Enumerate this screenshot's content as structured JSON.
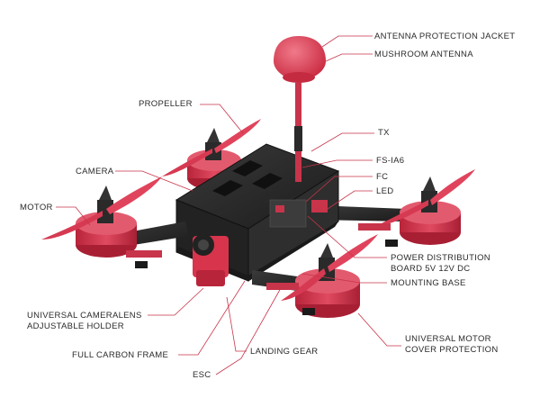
{
  "colors": {
    "frame": "#2b2b2b",
    "frame_dark": "#161616",
    "motor_red": "#d8344c",
    "propeller": "#e0445c",
    "leader_line": "#c8344a",
    "text": "#2a2a2a"
  },
  "labels": {
    "antenna_jacket": "ANTENNA PROTECTION JACKET",
    "mushroom_antenna": "MUSHROOM  ANTENNA",
    "propeller": "PROPELLER",
    "tx": "TX",
    "camera": "CAMERA",
    "fs_ia6": "FS-IA6",
    "fc": "FC",
    "led": "LED",
    "motor": "MOTOR",
    "power_line1": "POWER DISTRIBUTION",
    "power_line2": "BOARD 5V 12V DC",
    "mounting_base": "MOUNTING BASE",
    "camholder_line1": "UNIVERSAL CAMERALENS",
    "camholder_line2": "ADJUSTABLE HOLDER",
    "carbon_frame": "FULL CARBON FRAME",
    "landing_gear": "LANDING GEAR",
    "motor_cover_line1": "UNIVERSAL MOTOR",
    "motor_cover_line2": "COVER PROTECTION",
    "esc": "ESC"
  }
}
